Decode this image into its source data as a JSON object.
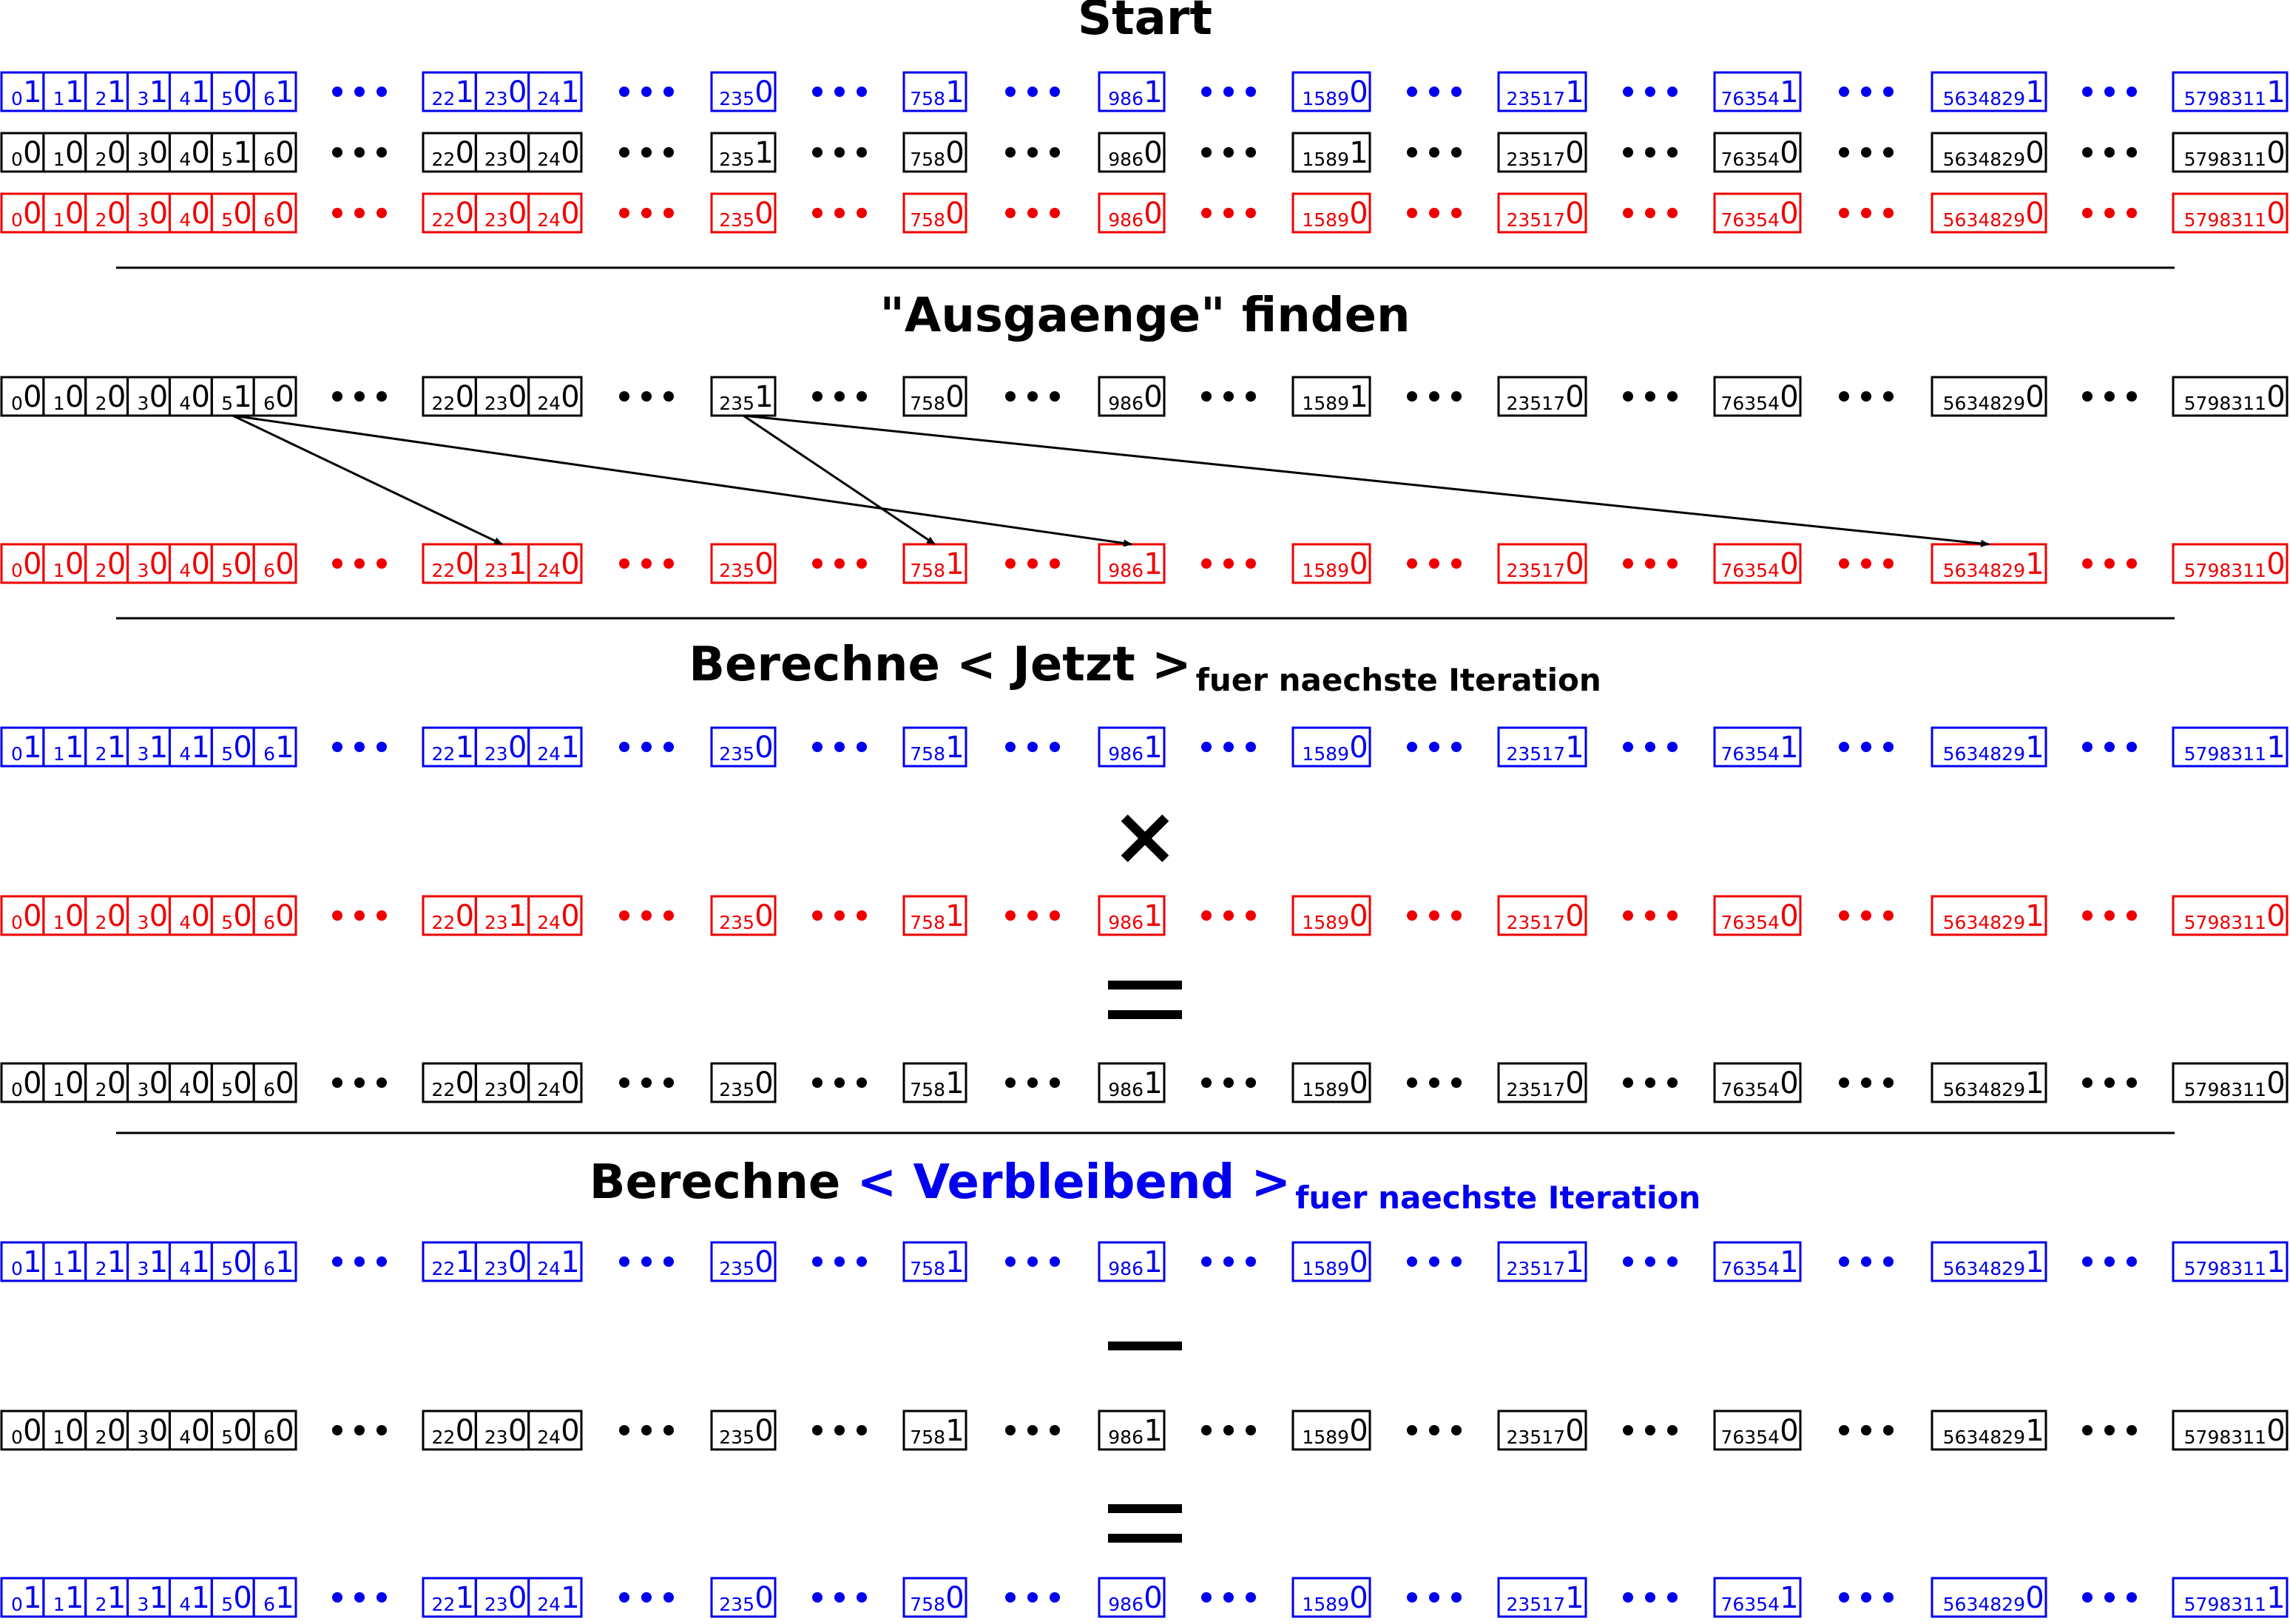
{
  "colors": {
    "blue": "#0000ee",
    "black": "#000000",
    "red": "#ee0000"
  },
  "titles": {
    "start": "Start",
    "find_exits": "\"Ausgaenge\" finden",
    "now_prefix": "Berechne < Jetzt >",
    "now_suffix": "fuer naechste Iteration",
    "remain_prefix": "Berechne ",
    "remain_bracketed": "< Verbleibend >",
    "remain_suffix": "fuer naechste Iteration"
  },
  "operators": {
    "times": "×",
    "equals": "=",
    "minus": "−"
  },
  "ellipsis": "•••",
  "groups": [
    {
      "indices": [
        "0",
        "1",
        "2",
        "3",
        "4",
        "5",
        "6"
      ]
    },
    {
      "indices": [
        "22",
        "23",
        "24"
      ]
    },
    {
      "indices": [
        "235"
      ]
    },
    {
      "indices": [
        "758"
      ]
    },
    {
      "indices": [
        "986"
      ]
    },
    {
      "indices": [
        "1589"
      ]
    },
    {
      "indices": [
        "23517"
      ]
    },
    {
      "indices": [
        "76354"
      ]
    },
    {
      "indices": [
        "5634829"
      ]
    },
    {
      "indices": [
        "5798311"
      ]
    }
  ],
  "rows": [
    {
      "id": "start-remaining",
      "color": "blue",
      "values": [
        [
          "1",
          "1",
          "1",
          "1",
          "1",
          "0",
          "1"
        ],
        [
          "1",
          "0",
          "1"
        ],
        [
          "0"
        ],
        [
          "1"
        ],
        [
          "1"
        ],
        [
          "0"
        ],
        [
          "1"
        ],
        [
          "1"
        ],
        [
          "1"
        ],
        [
          "1"
        ]
      ]
    },
    {
      "id": "start-now",
      "color": "black",
      "values": [
        [
          "0",
          "0",
          "0",
          "0",
          "0",
          "1",
          "0"
        ],
        [
          "0",
          "0",
          "0"
        ],
        [
          "1"
        ],
        [
          "0"
        ],
        [
          "0"
        ],
        [
          "1"
        ],
        [
          "0"
        ],
        [
          "0"
        ],
        [
          "0"
        ],
        [
          "0"
        ]
      ]
    },
    {
      "id": "start-next",
      "color": "red",
      "values": [
        [
          "0",
          "0",
          "0",
          "0",
          "0",
          "0",
          "0"
        ],
        [
          "0",
          "0",
          "0"
        ],
        [
          "0"
        ],
        [
          "0"
        ],
        [
          "0"
        ],
        [
          "0"
        ],
        [
          "0"
        ],
        [
          "0"
        ],
        [
          "0"
        ],
        [
          "0"
        ]
      ]
    },
    {
      "id": "find-now",
      "color": "black",
      "values": [
        [
          "0",
          "0",
          "0",
          "0",
          "0",
          "1",
          "0"
        ],
        [
          "0",
          "0",
          "0"
        ],
        [
          "1"
        ],
        [
          "0"
        ],
        [
          "0"
        ],
        [
          "1"
        ],
        [
          "0"
        ],
        [
          "0"
        ],
        [
          "0"
        ],
        [
          "0"
        ]
      ]
    },
    {
      "id": "find-next",
      "color": "red",
      "values": [
        [
          "0",
          "0",
          "0",
          "0",
          "0",
          "0",
          "0"
        ],
        [
          "0",
          "1",
          "0"
        ],
        [
          "0"
        ],
        [
          "1"
        ],
        [
          "1"
        ],
        [
          "0"
        ],
        [
          "0"
        ],
        [
          "0"
        ],
        [
          "1"
        ],
        [
          "0"
        ]
      ]
    },
    {
      "id": "now-remaining",
      "color": "blue",
      "values": [
        [
          "1",
          "1",
          "1",
          "1",
          "1",
          "0",
          "1"
        ],
        [
          "1",
          "0",
          "1"
        ],
        [
          "0"
        ],
        [
          "1"
        ],
        [
          "1"
        ],
        [
          "0"
        ],
        [
          "1"
        ],
        [
          "1"
        ],
        [
          "1"
        ],
        [
          "1"
        ]
      ]
    },
    {
      "id": "now-next",
      "color": "red",
      "values": [
        [
          "0",
          "0",
          "0",
          "0",
          "0",
          "0",
          "0"
        ],
        [
          "0",
          "1",
          "0"
        ],
        [
          "0"
        ],
        [
          "1"
        ],
        [
          "1"
        ],
        [
          "0"
        ],
        [
          "0"
        ],
        [
          "0"
        ],
        [
          "1"
        ],
        [
          "0"
        ]
      ]
    },
    {
      "id": "now-result",
      "color": "black",
      "values": [
        [
          "0",
          "0",
          "0",
          "0",
          "0",
          "0",
          "0"
        ],
        [
          "0",
          "0",
          "0"
        ],
        [
          "0"
        ],
        [
          "1"
        ],
        [
          "1"
        ],
        [
          "0"
        ],
        [
          "0"
        ],
        [
          "0"
        ],
        [
          "1"
        ],
        [
          "0"
        ]
      ]
    },
    {
      "id": "remain-remaining",
      "color": "blue",
      "values": [
        [
          "1",
          "1",
          "1",
          "1",
          "1",
          "0",
          "1"
        ],
        [
          "1",
          "0",
          "1"
        ],
        [
          "0"
        ],
        [
          "1"
        ],
        [
          "1"
        ],
        [
          "0"
        ],
        [
          "1"
        ],
        [
          "1"
        ],
        [
          "1"
        ],
        [
          "1"
        ]
      ]
    },
    {
      "id": "remain-now",
      "color": "black",
      "values": [
        [
          "0",
          "0",
          "0",
          "0",
          "0",
          "0",
          "0"
        ],
        [
          "0",
          "0",
          "0"
        ],
        [
          "0"
        ],
        [
          "1"
        ],
        [
          "1"
        ],
        [
          "0"
        ],
        [
          "0"
        ],
        [
          "0"
        ],
        [
          "1"
        ],
        [
          "0"
        ]
      ]
    },
    {
      "id": "remain-result",
      "color": "blue",
      "values": [
        [
          "1",
          "1",
          "1",
          "1",
          "1",
          "0",
          "1"
        ],
        [
          "1",
          "0",
          "1"
        ],
        [
          "0"
        ],
        [
          "0"
        ],
        [
          "0"
        ],
        [
          "0"
        ],
        [
          "1"
        ],
        [
          "1"
        ],
        [
          "0"
        ],
        [
          "1"
        ]
      ]
    }
  ],
  "arrows": [
    {
      "from": "5",
      "to": "23"
    },
    {
      "from": "5",
      "to": "986"
    },
    {
      "from": "235",
      "to": "758"
    },
    {
      "from": "235",
      "to": "5634829"
    }
  ]
}
